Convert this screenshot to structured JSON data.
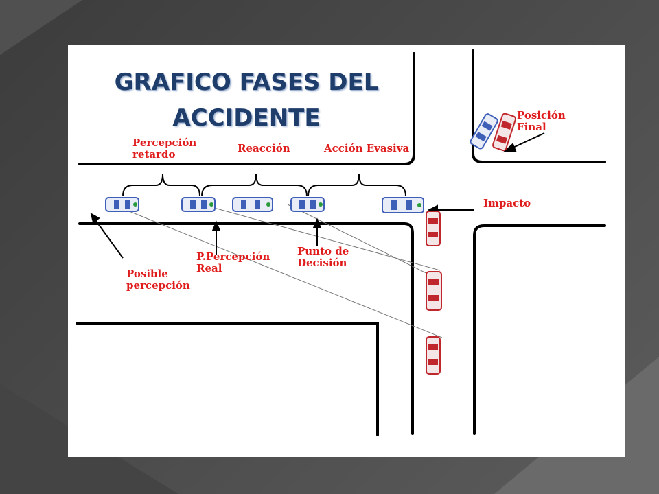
{
  "title": {
    "line1": "GRAFICO FASES DEL",
    "line2": "ACCIDENTE"
  },
  "labels": {
    "percepcion_retardo": [
      "Percepción",
      "retardo"
    ],
    "reaccion": "Reacción",
    "accion_evasiva": "Acción Evasiva",
    "posicion_final": [
      "Posición",
      "Final"
    ],
    "impacto": "Impacto",
    "posible_percepcion": [
      "Posible",
      "percepción"
    ],
    "percepcion_real": [
      "P.Percepción",
      "Real"
    ],
    "punto_decision": [
      "Punto de",
      "Decisión"
    ]
  },
  "colors": {
    "label": "#e01b1b",
    "title": "#1f3d6b",
    "car_blue": "#3e5fb8",
    "car_red": "#c0272d"
  }
}
